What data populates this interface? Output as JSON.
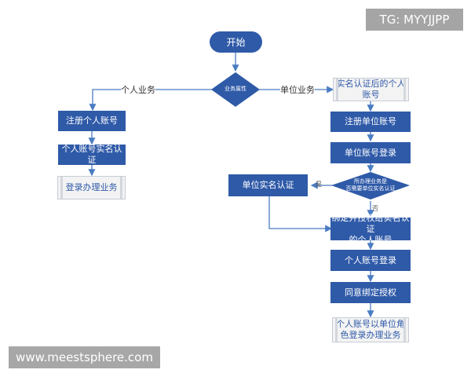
{
  "watermarks": {
    "top": "TG: MYYJJPP",
    "bottom": "www.meestsphere.com"
  },
  "flow": {
    "start": "开始",
    "decision_type": "业务属性",
    "label_personal": "个人业务",
    "label_unit": "单位业务",
    "personal": {
      "register": "注册个人账号",
      "verify": "个人账号实名认证",
      "login_handle": "登录办理业务"
    },
    "unit": {
      "doc_after_verify_line1": "实名认证后的个人",
      "doc_after_verify_line2": "账号",
      "register": "注册单位账号",
      "login": "单位账号登录",
      "decision_line1": "所办理业务是",
      "decision_line2": "否需要单位实名认证",
      "yes": "是",
      "no": "否",
      "unit_verify": "单位实名认证",
      "bind_line1": "绑定并授权给实名认证",
      "bind_line2": "的个人账号",
      "personal_login": "个人账号登录",
      "agree_bind": "同意绑定授权",
      "final_line1": "个人账号以单位角",
      "final_line2": "色登录办理业务"
    }
  },
  "colors": {
    "primary": "#2f5aa8",
    "connector": "#4a7cc2",
    "doc_bg": "#f3f3f3"
  }
}
